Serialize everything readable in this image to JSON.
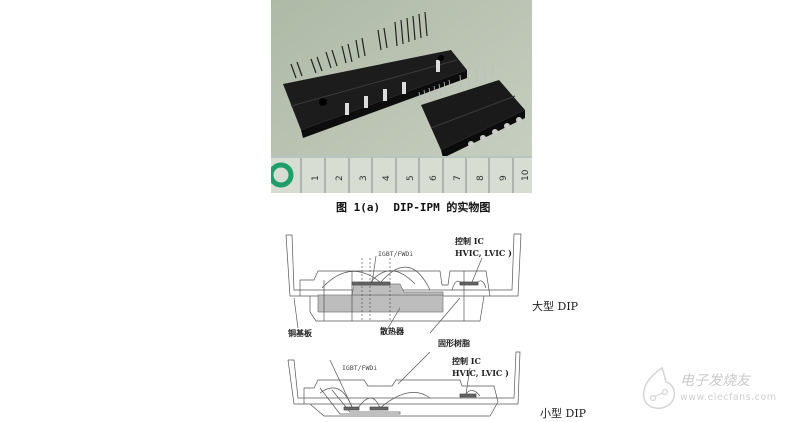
{
  "figure": {
    "photo": {
      "alt": "DIP-IPM modules photo with ruler",
      "ruler_ticks": [
        "1",
        "2",
        "3",
        "4",
        "5",
        "6",
        "7",
        "8",
        "9",
        "10"
      ]
    },
    "caption": "图 1(a)  DIP-IPM 的实物图"
  },
  "diagram": {
    "large": {
      "label_chip": "IGBT/FWDi",
      "label_ic_line1": "控制 IC",
      "label_ic_line2": "HVIC, LVIC )",
      "label_base": "铜基板",
      "label_heatsink": "散热器",
      "label_resin": "固形树脂",
      "type_label": "大型 DIP"
    },
    "small": {
      "label_chip": "IGBT/FWDi",
      "label_ic_line1": "控制 IC",
      "label_ic_line2": "HVIC, LVIC )",
      "type_label": "小型 DIP"
    }
  },
  "watermark": {
    "title": "电子发烧友",
    "url": "www.elecfans.com"
  }
}
